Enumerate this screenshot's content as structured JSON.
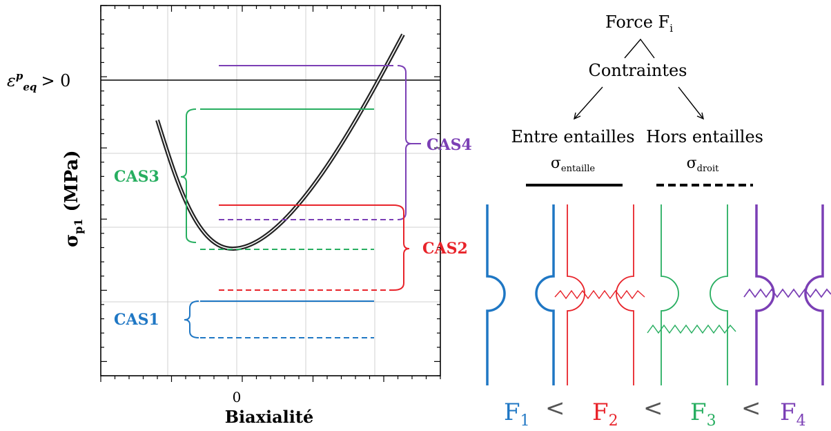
{
  "colors": {
    "cas1": "#1f77c4",
    "cas2": "#e8232a",
    "cas3": "#27ae60",
    "cas4": "#7b3fb5",
    "curve": "#222222",
    "axis": "#000000"
  },
  "plot": {
    "threshold_label": "ε",
    "threshold_sup": "p",
    "threshold_sub": "eq",
    "threshold_rest": "> 0",
    "ylabel_sigma": "σ",
    "ylabel_sub": "p1",
    "ylabel_unit": "(MPa)",
    "xlabel": "Biaxialité",
    "xtick_zero": "0",
    "cases": [
      {
        "key": "cas1",
        "label": "CAS1"
      },
      {
        "key": "cas2",
        "label": "CAS2"
      },
      {
        "key": "cas3",
        "label": "CAS3"
      },
      {
        "key": "cas4",
        "label": "CAS4"
      }
    ]
  },
  "tree": {
    "root": "Force F",
    "root_sub": "i",
    "middle": "Contraintes",
    "left_title": "Entre entailles",
    "left_sigma": "σ",
    "left_sub": "entaille",
    "right_title": "Hors entailles",
    "right_sigma": "σ",
    "right_sub": "droit"
  },
  "forces": {
    "f1": "F",
    "f1_sub": "1",
    "f2": "F",
    "f2_sub": "2",
    "f3": "F",
    "f3_sub": "3",
    "f4": "F",
    "f4_sub": "4",
    "lt": "<"
  }
}
